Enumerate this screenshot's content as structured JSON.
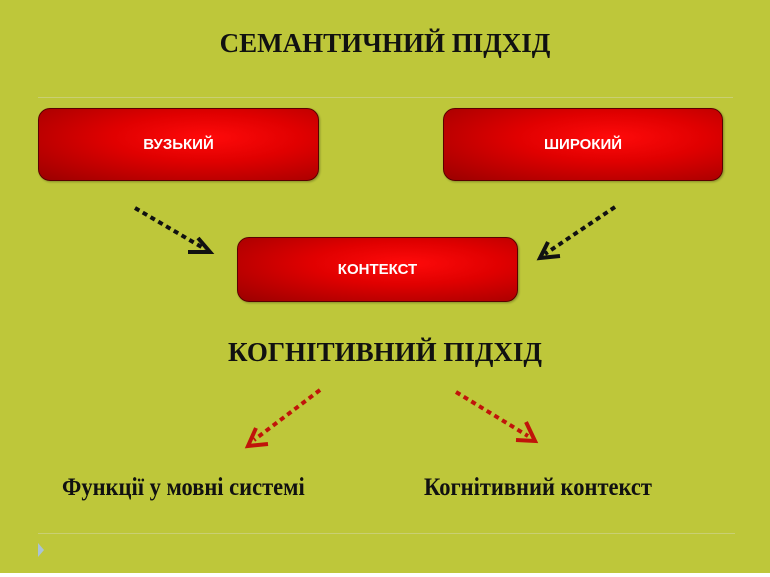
{
  "title": "СЕМАНТИЧНИЙ ПІДХІД",
  "boxes": {
    "narrow": "ВУЗЬКИЙ",
    "wide": "ШИРОКИЙ",
    "context": "КОНТЕКСТ"
  },
  "subtitle": "КОГНІТИВНИЙ ПІДХІД",
  "bottom": {
    "left": "Функції у мовні системі",
    "right": "Когнітивний контекст"
  },
  "colors": {
    "background": "#bec73a",
    "box": "#e00000",
    "red_arrow": "#c0140a"
  }
}
